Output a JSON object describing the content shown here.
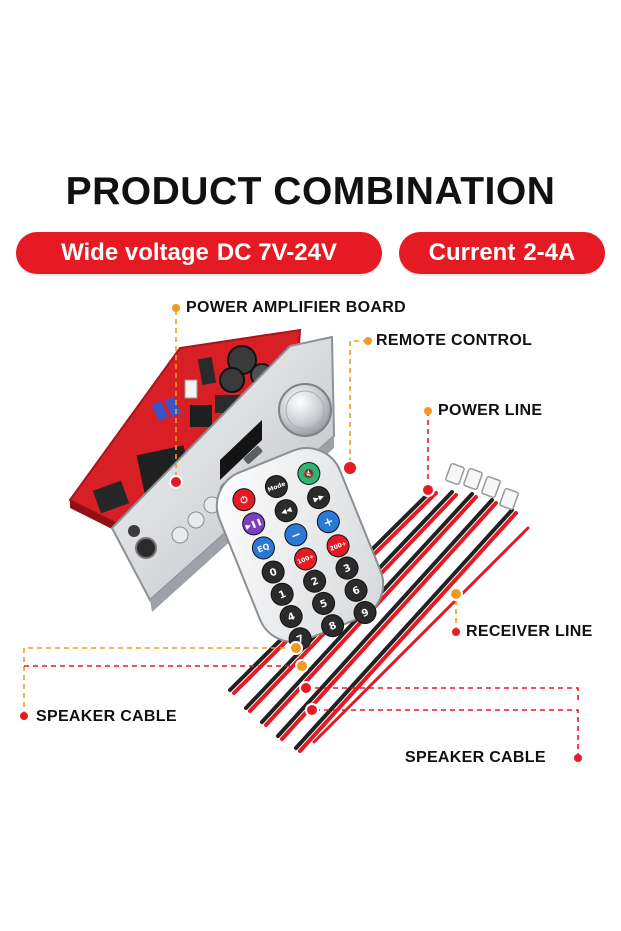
{
  "title": "PRODUCT COMBINATION",
  "badges": {
    "voltage": {
      "label": "Wide voltage",
      "value": "DC 7V-24V"
    },
    "current": {
      "label": "Current",
      "value": "2-4A"
    }
  },
  "callouts": {
    "power_amplifier_board": "POWER AMPLIFIER BOARD",
    "remote_control": "REMOTE CONTROL",
    "power_line": "POWER LINE",
    "receiver_line": "RECEIVER LINE",
    "speaker_cable_left": "SPEAKER CABLE",
    "speaker_cable_right": "SPEAKER CABLE"
  },
  "remote": {
    "top_buttons": [
      "⏻",
      "Mode",
      "🔇"
    ],
    "row2": [
      "▶❚❚",
      "◀◀",
      "▶▶"
    ],
    "row3": [
      "EQ",
      "−",
      "+"
    ],
    "keypad": [
      "0",
      "100+",
      "200+",
      "1",
      "2",
      "3",
      "4",
      "5",
      "6",
      "7",
      "8",
      "9"
    ]
  },
  "colors": {
    "accent_red": "#e61a23",
    "callout_orange": "#f29a1e",
    "board_red": "#d81f26",
    "panel_silver": "#d9dbde"
  }
}
